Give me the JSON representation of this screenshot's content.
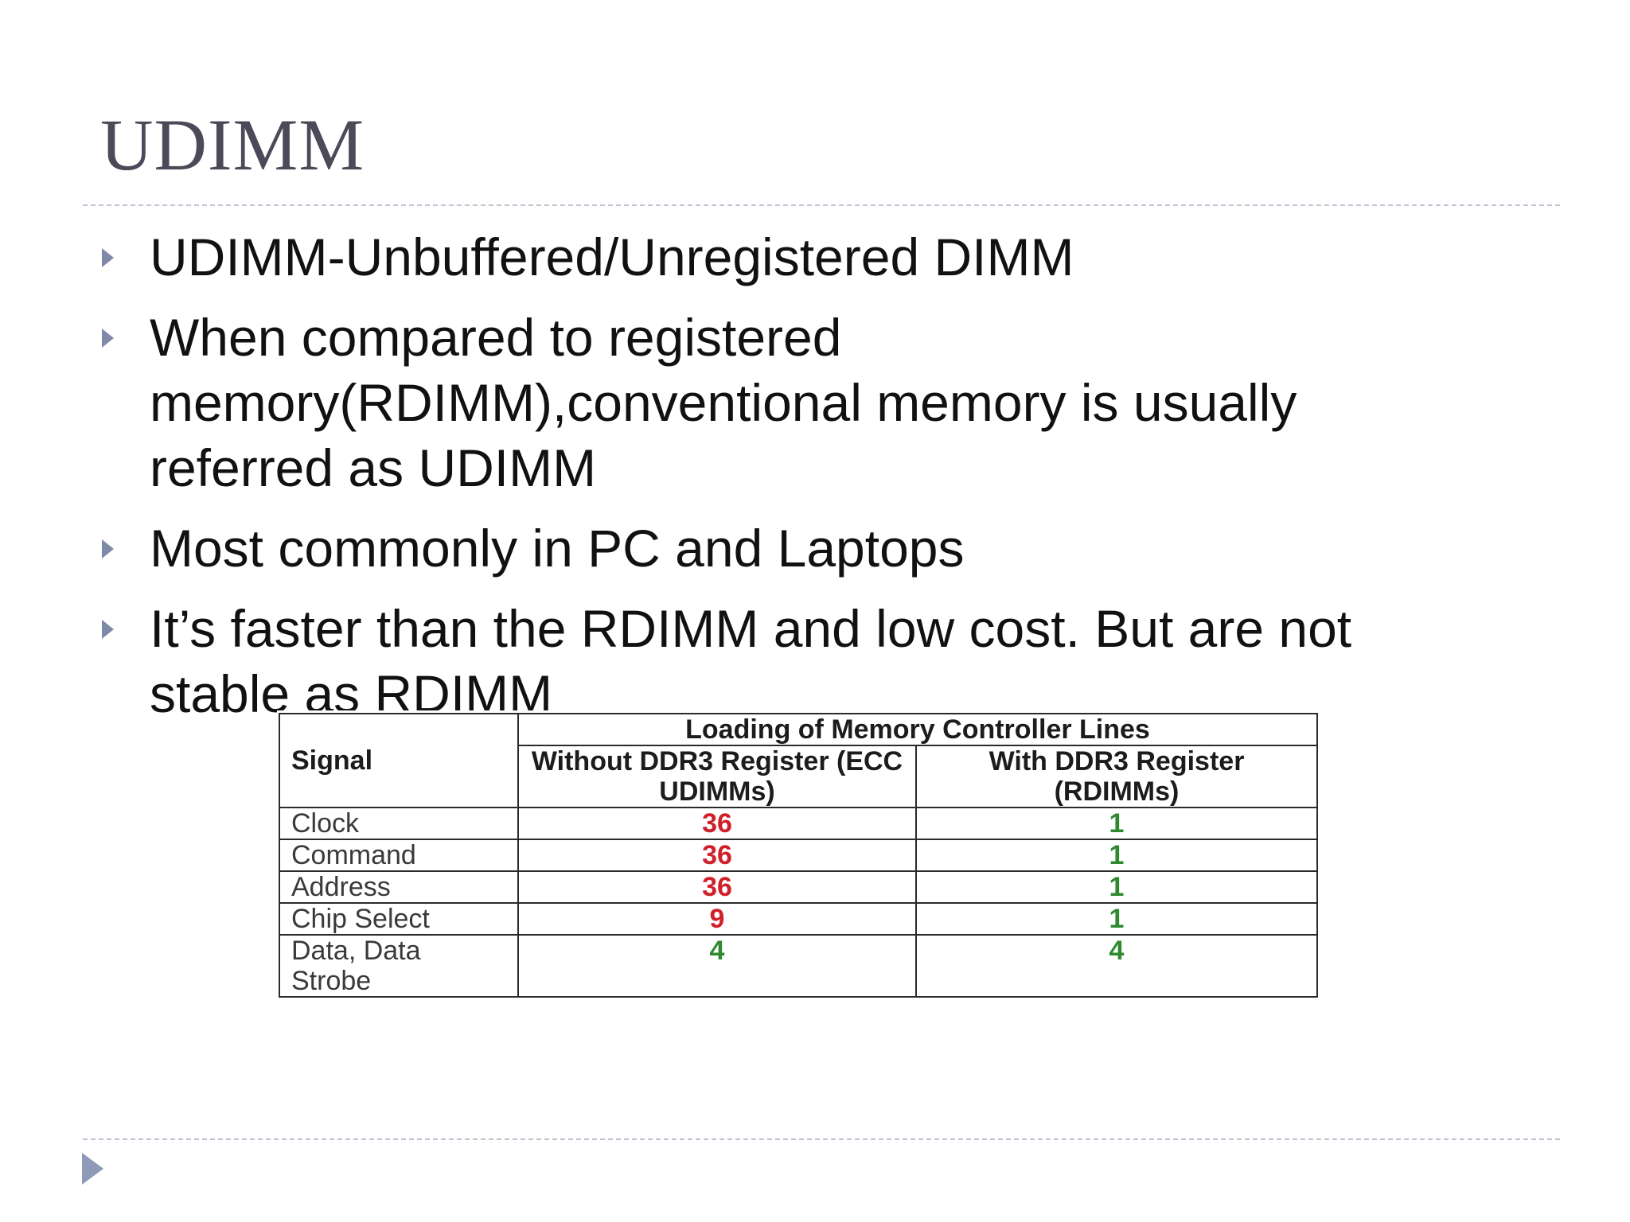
{
  "slide": {
    "title": "UDIMM",
    "bullets": [
      "UDIMM-Unbuffered/Unregistered DIMM",
      "When compared to registered memory(RDIMM),conventional memory is usually referred as UDIMM",
      "Most commonly in PC and Laptops",
      "It’s faster than the RDIMM and low cost. But are not stable as RDIMM"
    ]
  },
  "table": {
    "signal_header": "Signal",
    "group_header": "Loading of Memory Controller Lines",
    "col1_header": "Without DDR3 Register (ECC UDIMMs)",
    "col2_header": "With DDR3 Register (RDIMMs)",
    "rows": [
      {
        "signal": "Clock",
        "without": "36",
        "with": "1"
      },
      {
        "signal": "Command",
        "without": "36",
        "with": "1"
      },
      {
        "signal": "Address",
        "without": "36",
        "with": "1"
      },
      {
        "signal": "Chip Select",
        "without": "9",
        "with": "1"
      },
      {
        "signal": "Data, Data Strobe",
        "without": "4",
        "with": "4"
      }
    ],
    "colors": {
      "high_load": "#d0202a",
      "low_load": "#2e8a2e"
    }
  }
}
